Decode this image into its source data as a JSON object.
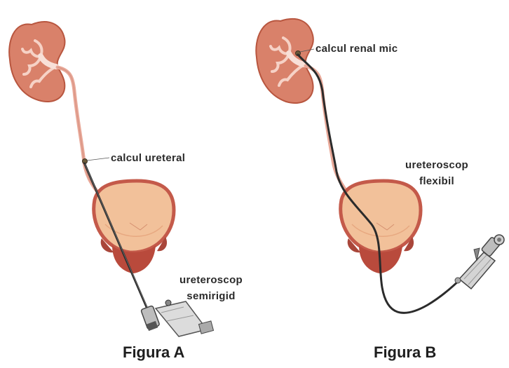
{
  "labels": {
    "calcul_ureteral": "calcul ureteral",
    "calcul_renal_mic": "calcul renal mic",
    "ureteroscop_flexibil_line1": "ureteroscop",
    "ureteroscop_flexibil_line2": "flexibil",
    "ureteroscop_semirigid_line1": "ureteroscop",
    "ureteroscop_semirigid_line2": "semirigid"
  },
  "captions": {
    "figure_a": "Figura A",
    "figure_b": "Figura B"
  },
  "colors": {
    "kidney_fill": "#d9816a",
    "kidney_outline": "#b8563f",
    "ureter": "#e8a898",
    "bladder_fill": "#f2c19a",
    "bladder_wall": "#c45a4a",
    "prostate": "#b94a3c",
    "instrument": "#2b2b2b",
    "instrument_metal": "#bdbdbd"
  }
}
